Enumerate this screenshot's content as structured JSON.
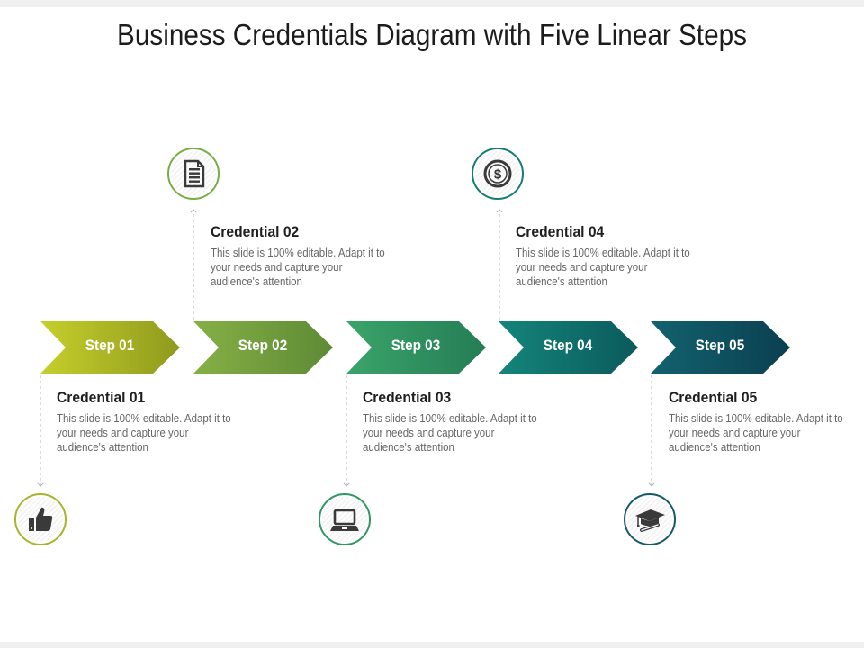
{
  "title": "Business Credentials Diagram with Five Linear Steps",
  "steps": [
    {
      "label": "Step 01",
      "color": "#a8b423"
    },
    {
      "label": "Step 02",
      "color": "#6e9d3c"
    },
    {
      "label": "Step 03",
      "color": "#2f8f5e"
    },
    {
      "label": "Step 04",
      "color": "#0f6b66"
    },
    {
      "label": "Step 05",
      "color": "#0f4f5f"
    }
  ],
  "credentials": [
    {
      "title": "Credential 01",
      "desc": "This slide is 100% editable. Adapt it to your needs and capture your audience's attention",
      "icon": "thumbs-up-icon"
    },
    {
      "title": "Credential 02",
      "desc": "This slide is 100% editable. Adapt it to your needs and capture your audience's attention",
      "icon": "document-icon"
    },
    {
      "title": "Credential 03",
      "desc": "This slide is 100% editable. Adapt it to your needs and capture your audience's attention",
      "icon": "laptop-icon"
    },
    {
      "title": "Credential 04",
      "desc": "This slide is 100% editable. Adapt it to your needs and capture your audience's attention",
      "icon": "dollar-coin-icon"
    },
    {
      "title": "Credential 05",
      "desc": "This slide is 100% editable. Adapt it to your needs and capture your audience's attention",
      "icon": "graduation-cap-icon"
    }
  ]
}
